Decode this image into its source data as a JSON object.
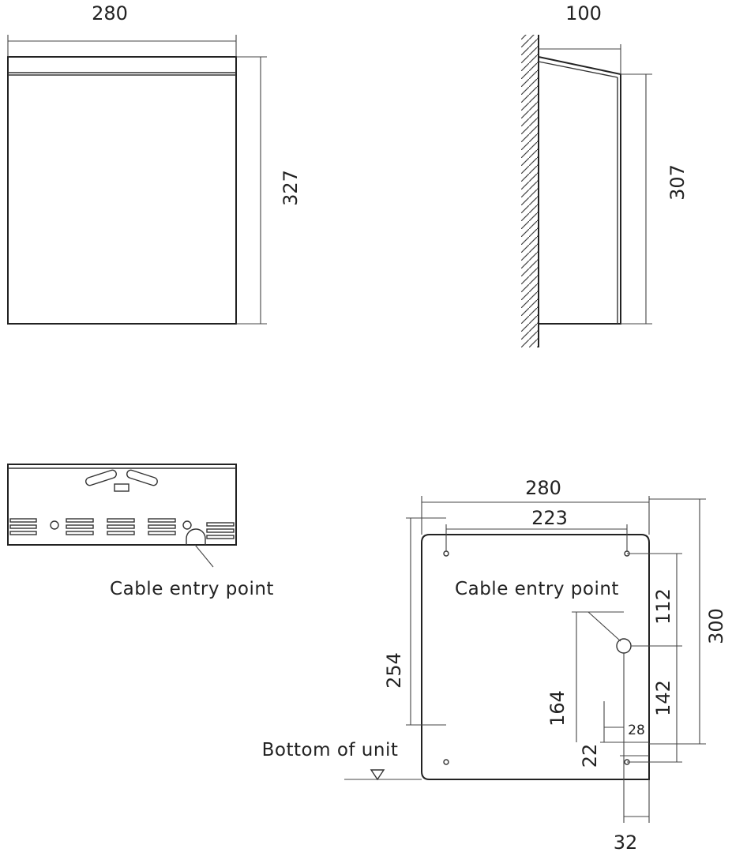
{
  "front_view": {
    "width_label": "280",
    "height_label": "327"
  },
  "side_view": {
    "depth_label": "100",
    "height_label": "307"
  },
  "bottom_view": {
    "cable_entry_label": "Cable entry point"
  },
  "rear_view": {
    "overall_width_label": "280",
    "hole_spacing_label": "223",
    "cable_entry_label": "Cable entry point",
    "hole_to_cable_label": "112",
    "overall_height_label": "300",
    "left_height_label": "254",
    "cable_height_label": "142",
    "low_height_label": "164",
    "small_offset_label": "28",
    "bottom_offset_label": "22",
    "cable_side_label": "32",
    "bottom_of_unit_label": "Bottom of unit"
  }
}
